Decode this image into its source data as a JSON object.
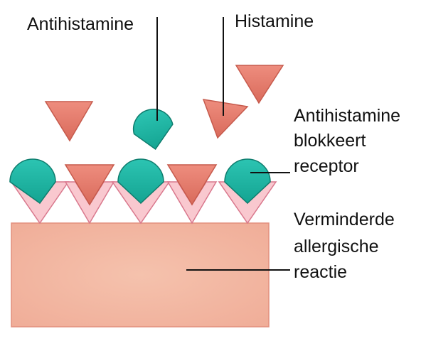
{
  "labels": {
    "antihistamine": "Antihistamine",
    "histamine": "Histamine",
    "blocks_receptor": [
      "Antihistamine",
      "blokkeert",
      "receptor"
    ],
    "reduced_reaction": [
      "Verminderde",
      "allergische",
      "reactie"
    ]
  },
  "colors": {
    "membrane_fill": "#f2b4a0",
    "membrane_stroke": "#e28f7d",
    "receptor_fill": "#f9c8cf",
    "receptor_stroke": "#d9788d",
    "histamine_fill": "#e47d6f",
    "histamine_stroke": "#c65a4c",
    "antihistamine_fill": "#1fb5a3",
    "antihistamine_stroke": "#0e7c6d",
    "text": "#111111"
  },
  "icons": {
    "histamine": "triangle",
    "antihistamine": "dome-with-notch",
    "receptor": "v-shaped-socket"
  }
}
